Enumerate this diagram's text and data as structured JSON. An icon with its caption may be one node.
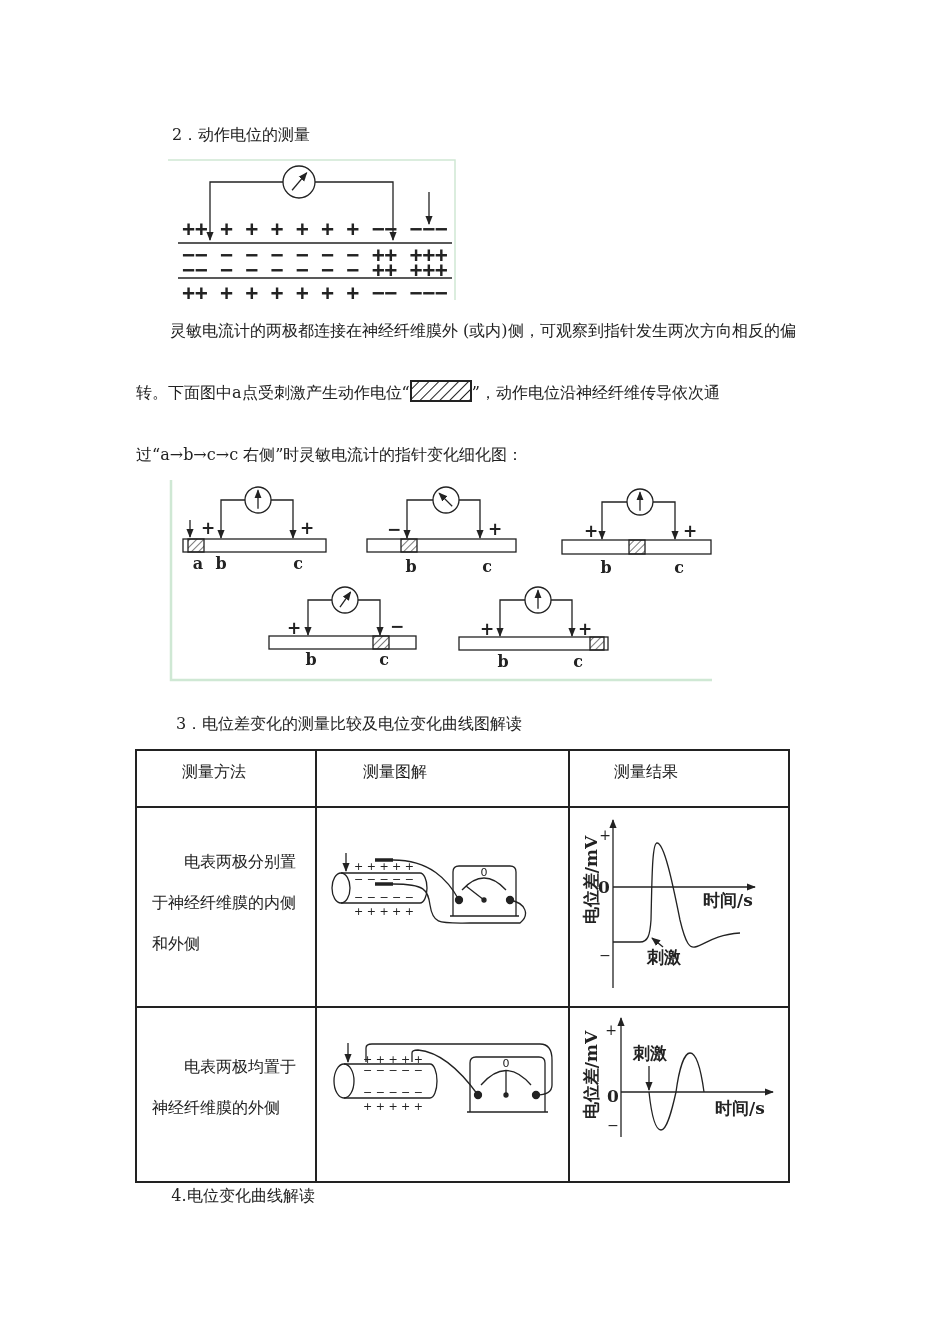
{
  "diagram": {
    "labels": [
      "2．动作电位的测量",
      "++ + + + + + + −− −−−",
      "−− − − − − − − ++ +++",
      "−− − − − − − − ++ +++",
      "++ + + + + + + −− −−−",
      "灵敏电流计的两极都连接在神经纤维膜外 (或内)侧，可观察到指针发生两次方向相反的偏转。下面图中a点受刺激产生动作电位“",
      "”，动作电位沿神经纤维传导依次通过“a→b→c→c 右侧”时灵敏电流计的指针变化细化图：",
      "+",
      "+",
      "a",
      "b",
      "c",
      "−",
      "+",
      "b",
      "c",
      "+",
      "+",
      "b",
      "c",
      "+",
      "−",
      "b",
      "c",
      "+",
      "+",
      "b",
      "c",
      "3．电位差变化的测量比较及电位变化曲线图解读",
      "测量方法",
      "测量图解",
      "测量结果",
      "电表两极分别置于神经纤维膜的内侧和外侧",
      "+ + + + +",
      "− − − − −",
      "− − − − −",
      "+ + + + +",
      "0",
      "+",
      "电位差/mV",
      "0",
      "时间/s",
      "−",
      "刺激",
      "电表两极均置于神经纤维膜的外侧",
      "+ + + + +",
      "− − − − −",
      "− − − − −",
      "+ + + + +",
      "0",
      "+",
      "刺激",
      "电位差/mV",
      "0",
      "时间/s",
      "−",
      "4.电位变化曲线解读"
    ]
  }
}
